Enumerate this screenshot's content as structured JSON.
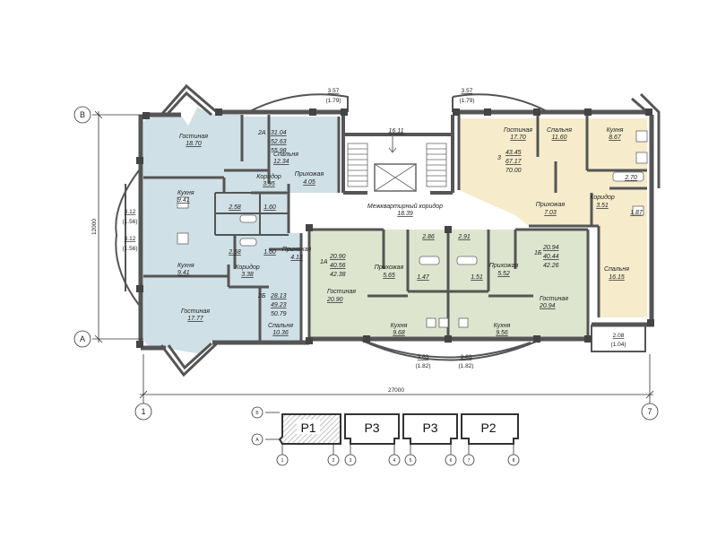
{
  "axes": {
    "top_letter": "В",
    "bottom_letter": "А",
    "left_number": "1",
    "right_number": "7",
    "width_dim": "27000",
    "height_dim": "12000"
  },
  "balconies": {
    "top_left": [
      "3.57",
      "(1.79)"
    ],
    "top_right": [
      "3.57",
      "(1.79)"
    ],
    "left_upper": [
      "3.12",
      "(1.56)"
    ],
    "left_lower": [
      "3.12",
      "(1.56)"
    ],
    "bottom_left": [
      "3.63",
      "(1.82)"
    ],
    "bottom_right": [
      "3.63",
      "(1.82)"
    ],
    "right_loggia": [
      "2.08",
      "(1.04)"
    ]
  },
  "apartments": {
    "a2a": {
      "code": "2А",
      "areas": [
        "31.04",
        "52.63",
        "55.98"
      ]
    },
    "a2b": {
      "code": "2Б",
      "areas": [
        "28.13",
        "49.23",
        "50.79"
      ]
    },
    "a1a": {
      "code": "1А",
      "areas": [
        "20.90",
        "40.56",
        "42.38"
      ]
    },
    "a1b": {
      "code": "1Б",
      "areas": [
        "20.94",
        "40.44",
        "42.26"
      ]
    },
    "a3": {
      "code": "3",
      "areas": [
        "43.45",
        "67.17",
        "70.00"
      ]
    }
  },
  "rooms": {
    "living_2a": [
      "Гостиная",
      "18.70"
    ],
    "bedroom_2a": [
      "Спальня",
      "12.34"
    ],
    "hall_2a": [
      "Прихожая",
      "4.05"
    ],
    "corridor_2a": [
      "Коридор",
      "3.95"
    ],
    "kitchen_2a": [
      "Кухня",
      "9.41"
    ],
    "bath_2a": "2.58",
    "wc_2a": "1.60",
    "bath_2b": "2.58",
    "wc_2b": "1.60",
    "kitchen_2b": [
      "Кухня",
      "9.41"
    ],
    "corridor_2b": [
      "Коридор",
      "3.38"
    ],
    "hall_2b": [
      "Прихожая",
      "4.13"
    ],
    "living_2b": [
      "Гостиная",
      "17.77"
    ],
    "bedroom_2b": [
      "Спальня",
      "10.36"
    ],
    "stair": "16.11",
    "common_corridor": [
      "Межквартирный коридор",
      "18.39"
    ],
    "hall_1a": [
      "Прихожая",
      "5.65"
    ],
    "bath_1a": "2.86",
    "wc_1a": "1.47",
    "living_1a": [
      "Гостиная",
      "20.90"
    ],
    "kitchen_1a": [
      "Кухня",
      "9.68"
    ],
    "hall_1b": [
      "Прихожая",
      "5.52"
    ],
    "bath_1b": "2.91",
    "wc_1b": "1.51",
    "living_1b": [
      "Гостиная",
      "20.94"
    ],
    "kitchen_1b": [
      "Кухня",
      "9.56"
    ],
    "living_3": [
      "Гостиная",
      "17.70"
    ],
    "bedroom_3a": [
      "Спальня",
      "11.60"
    ],
    "kitchen_3": [
      "Кухня",
      "8.67"
    ],
    "bath_3": "2.70",
    "corridor_3": [
      "Коридор",
      "3.51"
    ],
    "wc_3": "1.87",
    "hall_3": [
      "Прихожая",
      "7.03"
    ],
    "bedroom_3b": [
      "Спальня",
      "16.15"
    ]
  },
  "key_plan": {
    "sections": [
      "Р1",
      "Р3",
      "Р3",
      "Р2"
    ],
    "row_labels": [
      "Б",
      "А"
    ],
    "column_numbers": [
      "1",
      "2",
      "3",
      "4",
      "5",
      "6",
      "7",
      "8"
    ]
  },
  "colors": {
    "apartment_2": "#cfe0e6",
    "apartment_1": "#dde5cf",
    "apartment_3": "#f6ebcb",
    "wall": "#555555",
    "key_hatch": "#999999"
  }
}
